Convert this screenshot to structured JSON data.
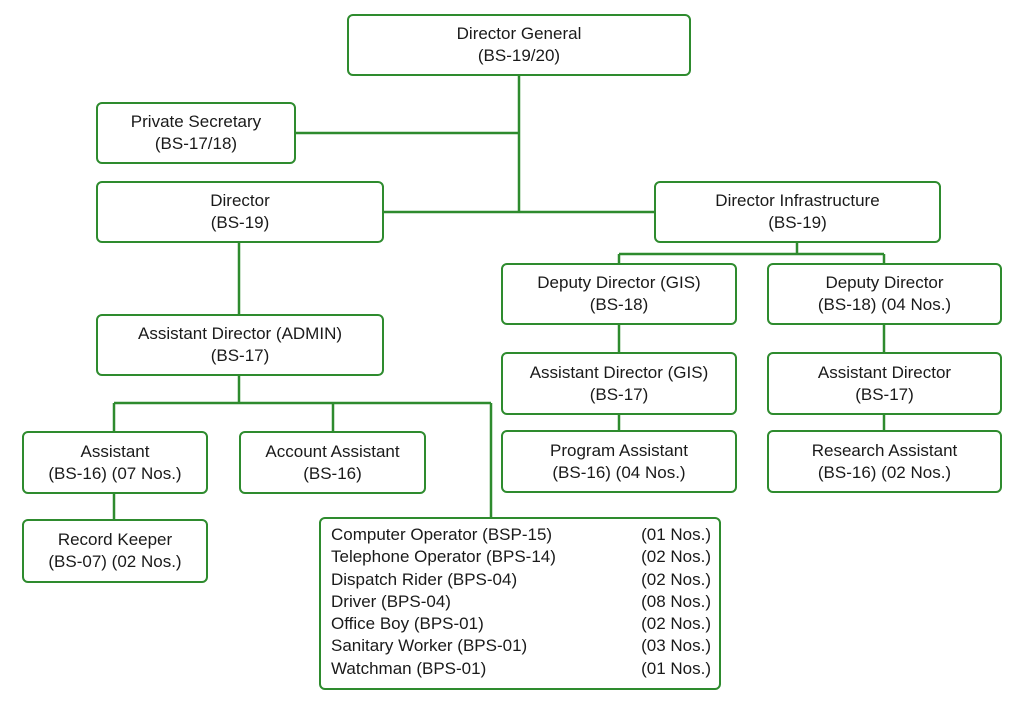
{
  "colors": {
    "line": "#2e8b2e",
    "text": "#1a1a1a",
    "background": "#ffffff"
  },
  "nodes": {
    "director_general": {
      "title": "Director General",
      "grade": "(BS-19/20)"
    },
    "private_secretary": {
      "title": "Private Secretary",
      "grade": "(BS-17/18)"
    },
    "director": {
      "title": "Director",
      "grade": "(BS-19)"
    },
    "director_infrastructure": {
      "title": "Director Infrastructure",
      "grade": "(BS-19)"
    },
    "deputy_director_gis": {
      "title": "Deputy Director (GIS)",
      "grade": "(BS-18)"
    },
    "deputy_director": {
      "title": "Deputy Director",
      "grade": "(BS-18) (04 Nos.)"
    },
    "assistant_director_admin": {
      "title": "Assistant Director (ADMIN)",
      "grade": "(BS-17)"
    },
    "assistant_director_gis": {
      "title": "Assistant Director (GIS)",
      "grade": "(BS-17)"
    },
    "assistant_director": {
      "title": "Assistant Director",
      "grade": "(BS-17)"
    },
    "assistant": {
      "title": "Assistant",
      "grade": "(BS-16) (07 Nos.)"
    },
    "account_assistant": {
      "title": "Account Assistant",
      "grade": "(BS-16)"
    },
    "program_assistant": {
      "title": "Program Assistant",
      "grade": "(BS-16) (04 Nos.)"
    },
    "research_assistant": {
      "title": "Research Assistant",
      "grade": "(BS-16) (02 Nos.)"
    },
    "record_keeper": {
      "title": "Record Keeper",
      "grade": "(BS-07) (02 Nos.)"
    }
  },
  "support_staff": [
    {
      "post": "Computer Operator (BSP-15)",
      "count": "(01 Nos.)"
    },
    {
      "post": "Telephone Operator (BPS-14)",
      "count": "(02 Nos.)"
    },
    {
      "post": "Dispatch Rider (BPS-04)",
      "count": "(02 Nos.)"
    },
    {
      "post": "Driver (BPS-04)",
      "count": "(08 Nos.)"
    },
    {
      "post": "Office Boy (BPS-01)",
      "count": "(02 Nos.)"
    },
    {
      "post": "Sanitary Worker (BPS-01)",
      "count": "(03 Nos.)"
    },
    {
      "post": "Watchman (BPS-01)",
      "count": "(01 Nos.)"
    }
  ]
}
